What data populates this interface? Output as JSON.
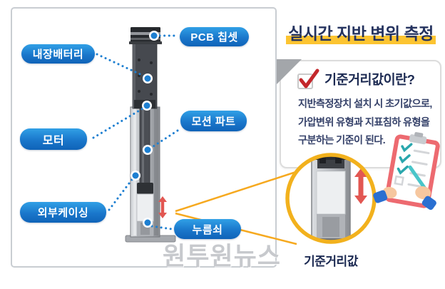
{
  "left_panel": {
    "labels": [
      {
        "id": "internal-battery",
        "text": "내장배터리"
      },
      {
        "id": "pcb-chipset",
        "text": "PCB 칩셋"
      },
      {
        "id": "motor",
        "text": "모터"
      },
      {
        "id": "motion-part",
        "text": "모션 파트"
      },
      {
        "id": "outer-casing",
        "text": "외부케이싱"
      },
      {
        "id": "presser",
        "text": "누름쇠"
      }
    ],
    "watermark": "원투원뉴스"
  },
  "right_panel": {
    "title": "실시간 지반 변위 측정",
    "card": {
      "checkbox_icon": "red-check-icon",
      "heading": "기준거리값이란?",
      "body_lines": [
        "지반측정장치 설치 시 초기값으로,",
        "가압변위 유형과 지표침하 유형을",
        "구분하는 기준이 된다."
      ]
    },
    "magnifier_label": "기준거리값"
  },
  "icons": [
    "device-illustration",
    "connector-dot-icon",
    "red-double-arrow-icon",
    "magnifier-circle-icon",
    "clipboard-checklist-icon",
    "gray-corner-triangle-icon",
    "red-check-icon"
  ],
  "colors": {
    "label_blue": "#1a77cb",
    "dot_blue": "#1d7fd1",
    "title_navy": "#25335f",
    "highlight_yellow": "#fcc431",
    "magnifier_gold": "#f2b11d",
    "callout_orange": "#f6a91f",
    "arrow_red": "#e25752",
    "check_red": "#c3272b",
    "panel_border_gray": "#c9cdd2"
  }
}
